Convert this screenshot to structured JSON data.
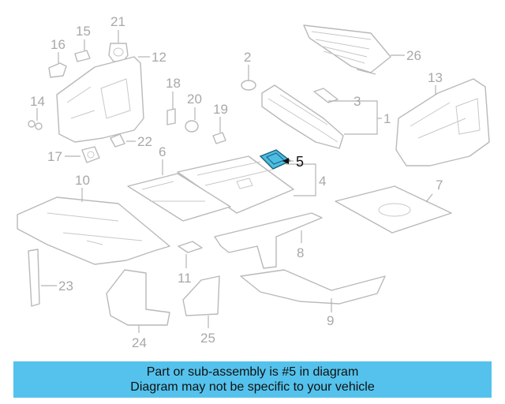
{
  "diagram": {
    "callouts": [
      "1",
      "2",
      "3",
      "4",
      "5",
      "6",
      "7",
      "8",
      "9",
      "10",
      "11",
      "12",
      "13",
      "14",
      "15",
      "16",
      "17",
      "18",
      "19",
      "20",
      "21",
      "22",
      "23",
      "24",
      "25",
      "26"
    ],
    "highlighted_callout": "5",
    "colors": {
      "highlight_fill": "#4dbde3",
      "banner": "#54c2ec",
      "outline": "#b9b9b9"
    }
  },
  "banner": {
    "line1": "Part or sub-assembly is #5 in diagram",
    "line2": "Diagram may not be specific to your vehicle"
  }
}
